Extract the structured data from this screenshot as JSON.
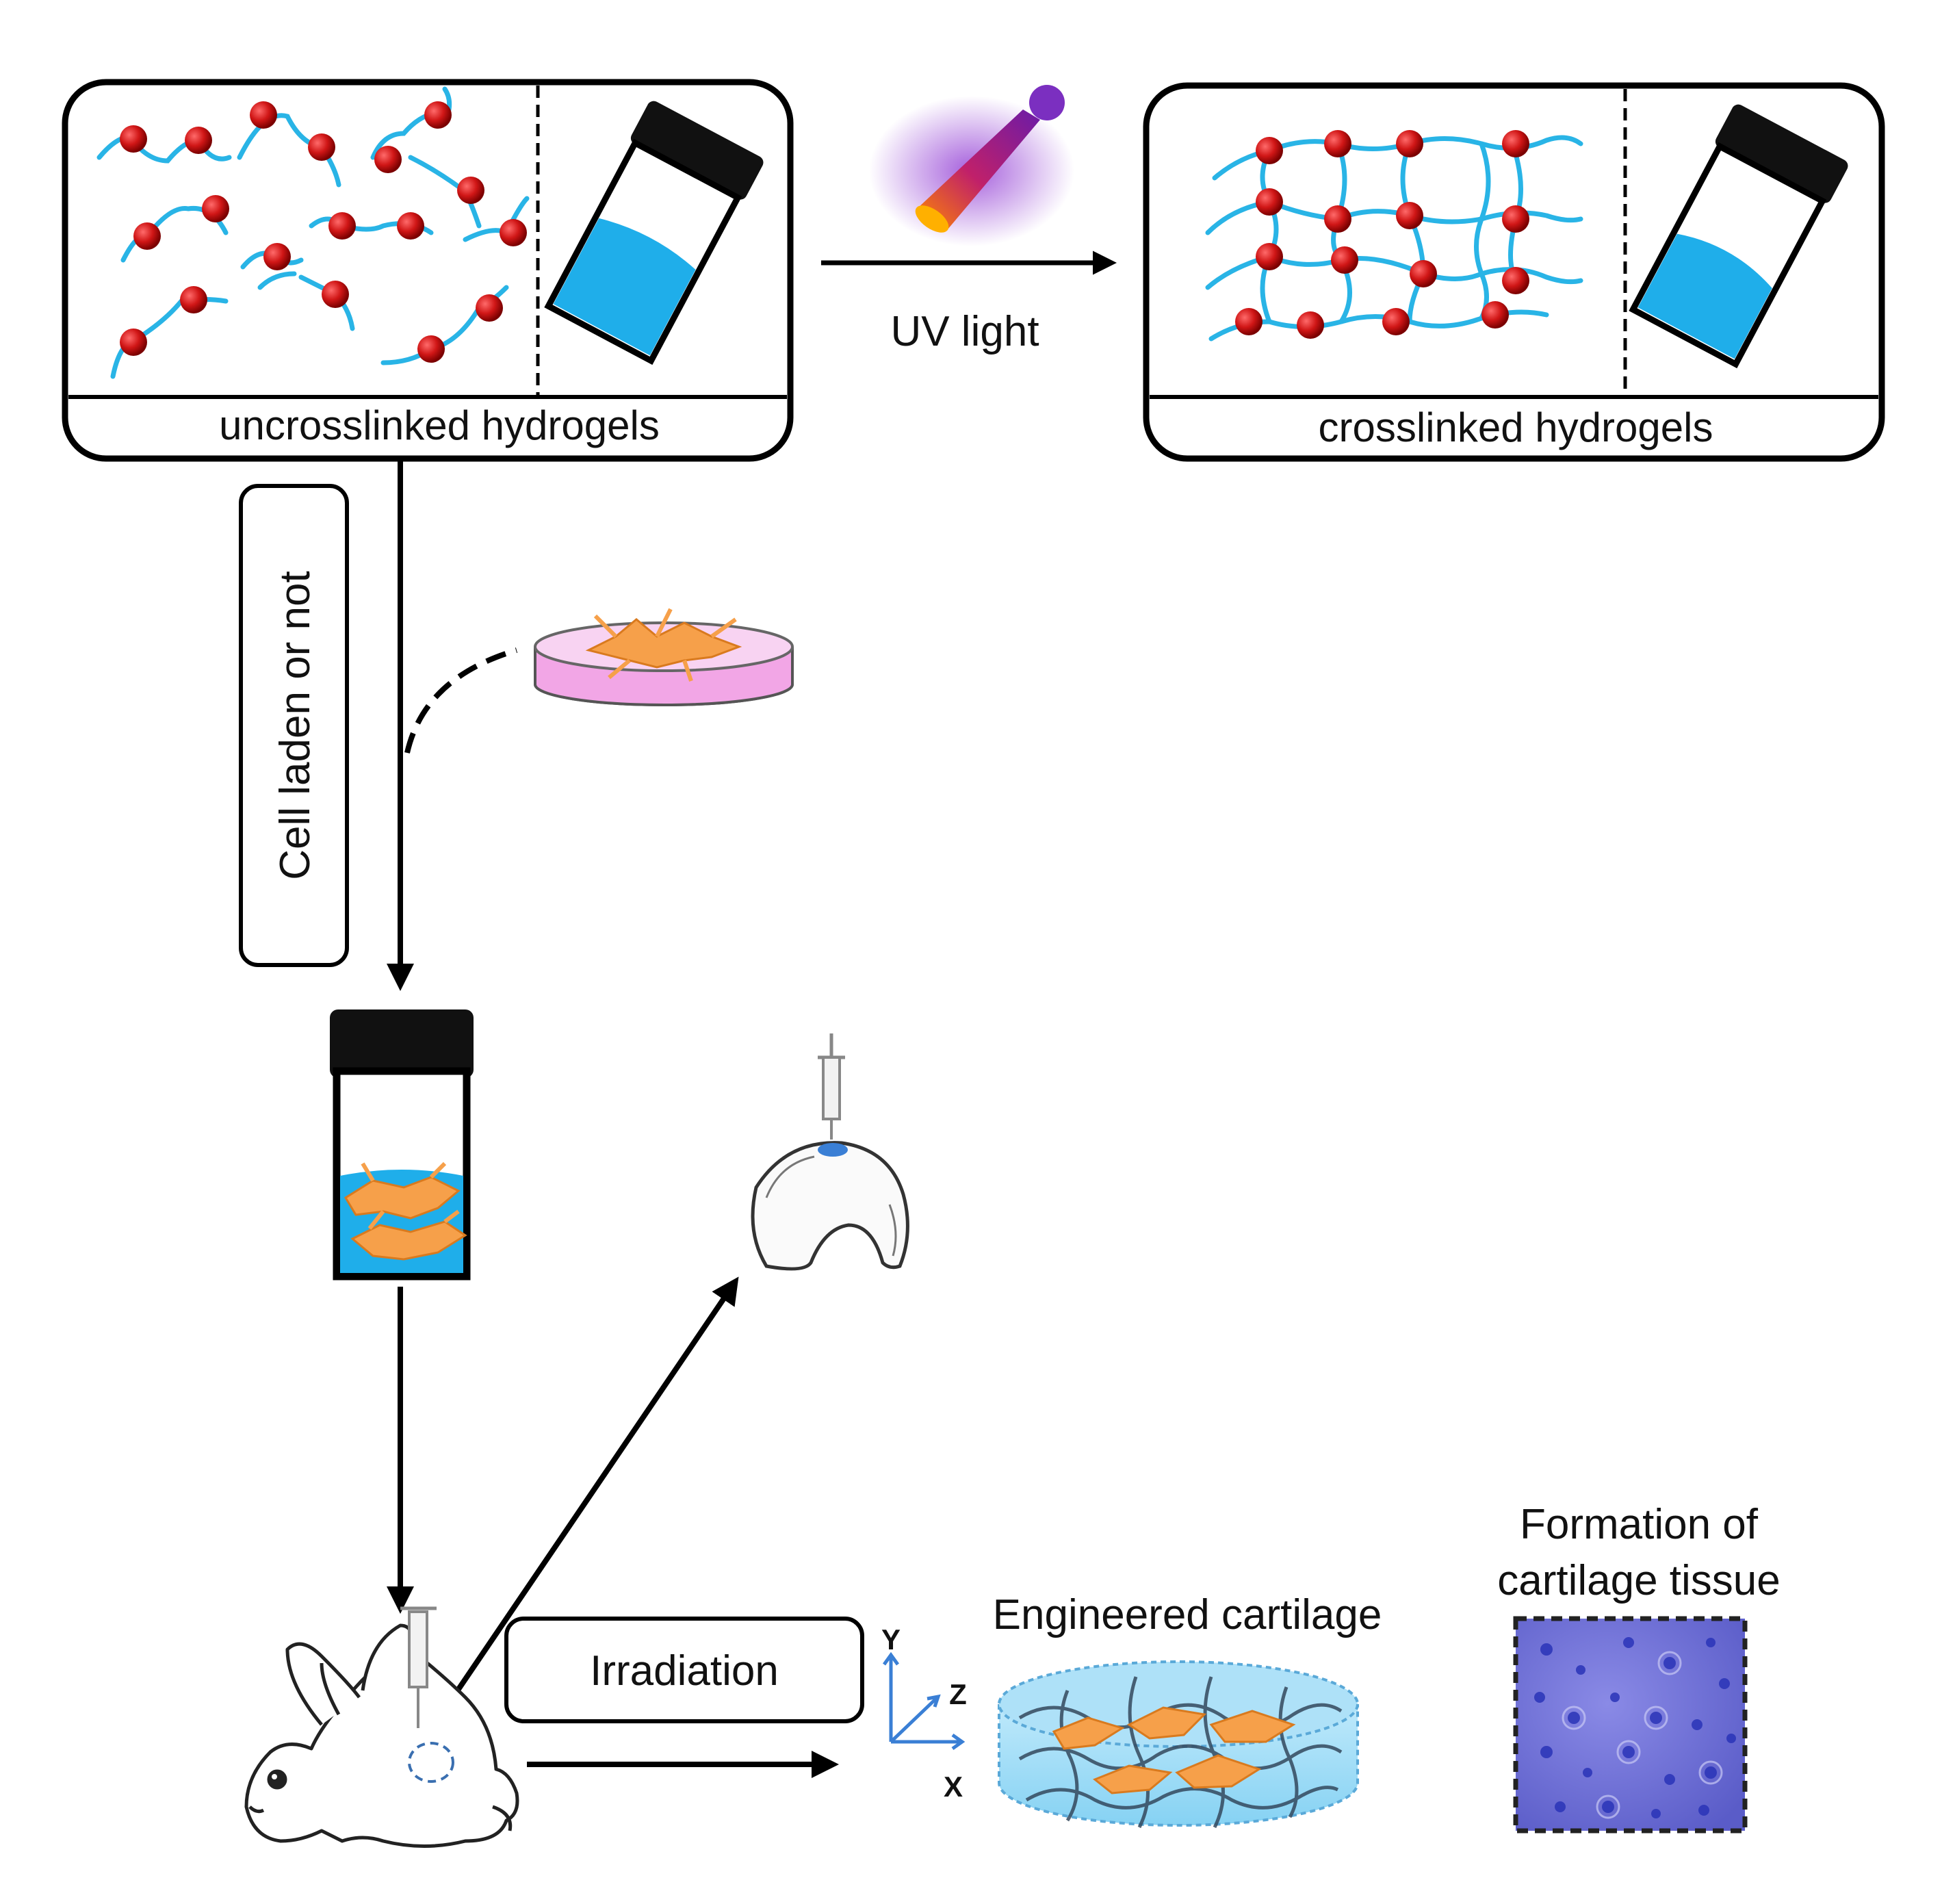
{
  "panels": {
    "uncrosslinked": {
      "label": "uncrosslinked hydrogels"
    },
    "crosslinked": {
      "label": "crosslinked hydrogels"
    }
  },
  "arrows": {
    "uv": {
      "label": "UV light"
    },
    "cell": {
      "label": "Cell laden or not"
    },
    "irradiation": {
      "label": "Irradiation"
    }
  },
  "axes": {
    "x": "X",
    "y": "Y",
    "z": "Z"
  },
  "results": {
    "engineered": {
      "label": "Engineered cartilage"
    },
    "formation": {
      "line1": "Formation of",
      "line2": "cartilage tissue"
    }
  },
  "colors": {
    "monomer": "#d01616",
    "chain": "#29b4e6",
    "liquid": "#1faeea",
    "cell": "#f6a04a",
    "dish": "#f2a6e6",
    "tissue": "#6c6fd6"
  },
  "icons": [
    "uv-lamp-icon",
    "vial-icon",
    "petri-dish-icon",
    "syringe-icon",
    "knee-joint-icon",
    "rabbit-icon",
    "xyz-axes-icon"
  ]
}
